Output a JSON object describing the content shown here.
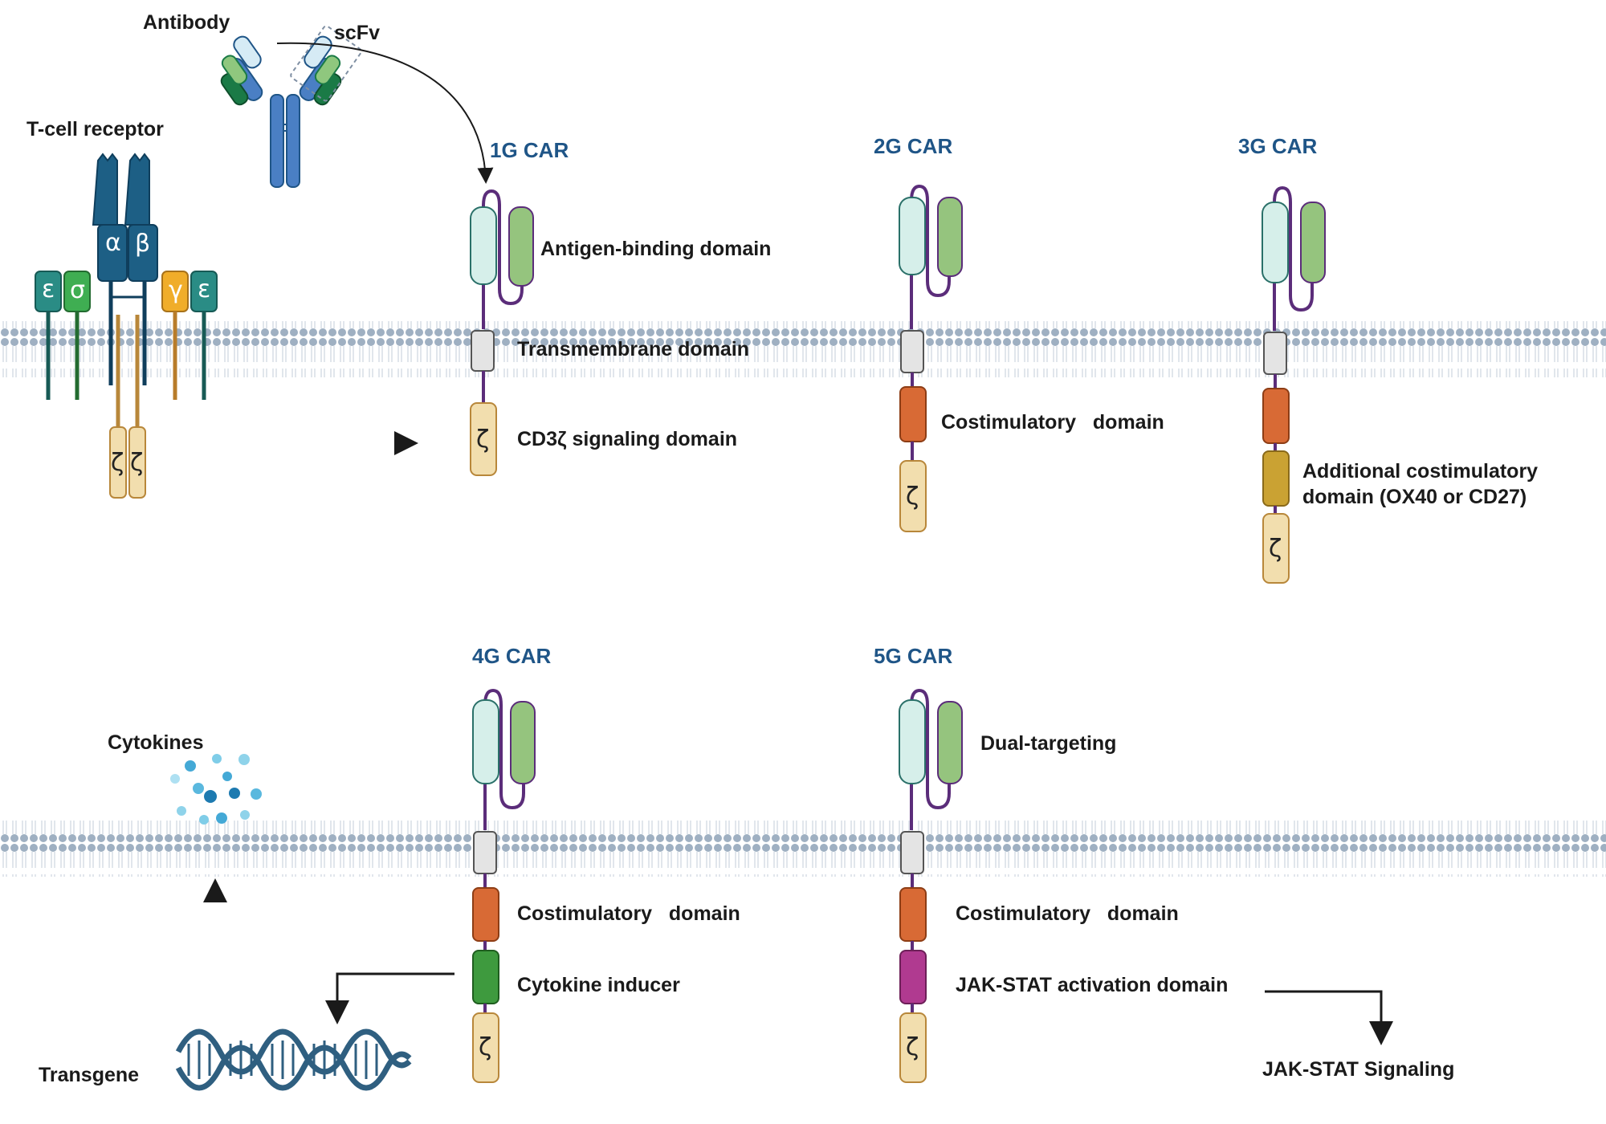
{
  "labels": {
    "antibody": "Antibody",
    "scfv": "scFv",
    "tcell_receptor": "T-cell receptor",
    "cytokines": "Cytokines",
    "transgene": "Transgene",
    "antigen_binding": "Antigen-binding domain",
    "transmembrane": "Transmembrane domain",
    "cd3z_signaling": "CD3ζ signaling domain",
    "costim_2g": "Costimulatory   domain",
    "additional_costim_1": "Additional costimulatory",
    "additional_costim_2": "domain (OX40 or CD27)",
    "costim_4g": "Costimulatory   domain",
    "cytokine_inducer": "Cytokine inducer",
    "dual_targeting": "Dual-targeting",
    "costim_5g": "Costimulatory   domain",
    "jakstat_domain": "JAK-STAT activation domain",
    "jakstat_signaling": "JAK-STAT Signaling"
  },
  "titles": {
    "g1": "1G CAR",
    "g2": "2G CAR",
    "g3": "3G CAR",
    "g4": "4G CAR",
    "g5": "5G CAR"
  },
  "glyphs": {
    "alpha": "α",
    "beta": "β",
    "epsilon": "ε",
    "sigma": "σ",
    "gamma": "γ",
    "zeta": "ζ"
  },
  "colors": {
    "title_blue": "#1f5587",
    "antibody_heavy": "#4a7fc4",
    "antibody_light": "#d6ebf5",
    "vl_green": "#6cb06a",
    "vh_green_dark": "#1a7a46",
    "scfv_vl": "#d6efea",
    "scfv_vh": "#95c47e",
    "linker_purple": "#5b2d7a",
    "transmembrane": "#e4e4e4",
    "zeta_domain": "#f2deae",
    "costim_orange": "#d86a35",
    "additional_costim_gold": "#caa233",
    "cytokine_inducer_green": "#3e9a3e",
    "jakstat_magenta": "#b03a90",
    "membrane_dot": "#9fb0c2",
    "tcr_teal": "#1d5f85",
    "epsilon_teal": "#2a8c85",
    "sigma_green": "#3fae52",
    "gamma_orange": "#f0ad2a",
    "dna_blue": "#2f5f80",
    "cytokine_blue": "#44a9d6"
  }
}
